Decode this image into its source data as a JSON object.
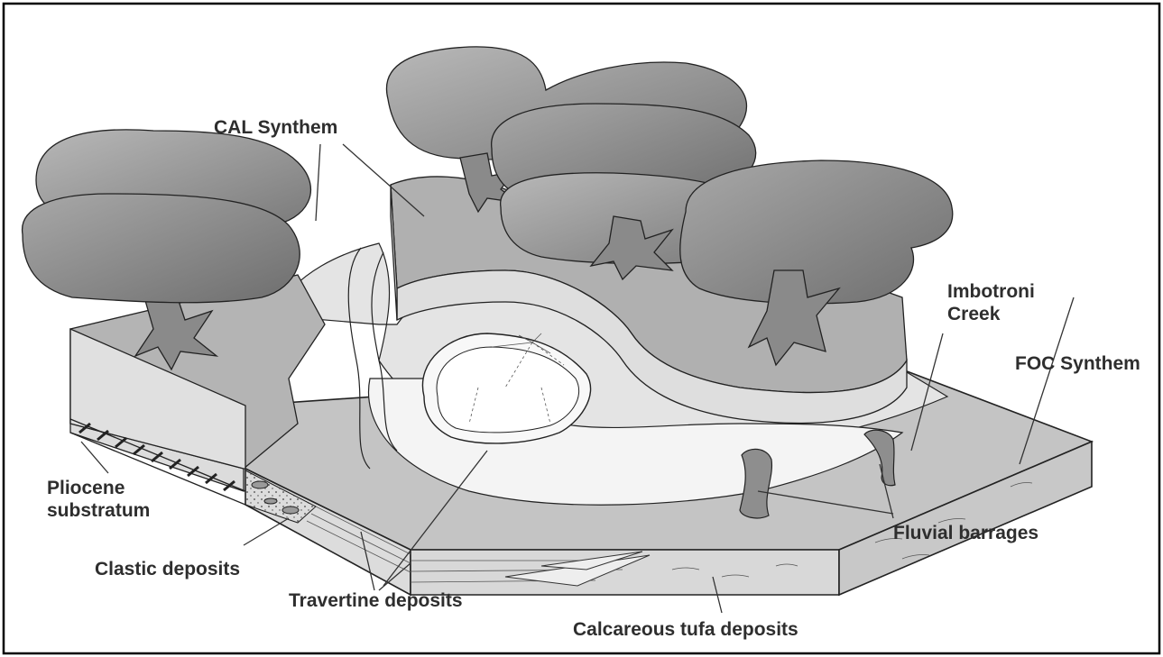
{
  "labels": {
    "cal_synthem": "CAL Synthem",
    "imbotroni_line1": "Imbotroni",
    "imbotroni_line2": "Creek",
    "foc_synthem": "FOC Synthem",
    "pliocene_line1": "Pliocene",
    "pliocene_line2": "substratum",
    "clastic": "Clastic deposits",
    "fluvial": "Fluvial barrages",
    "travertine": "Travertine deposits",
    "tufa": "Calcareous tufa deposits"
  },
  "colors": {
    "block_top": "#c4c4c4",
    "block_side": "#dcdcdc",
    "valley_light": "#ebebeb",
    "valley_lightest": "#f6f6f6",
    "canopy_dark": "#7a7a7a",
    "canopy_light": "#b8b8b8",
    "barrage": "#8e8e8e"
  }
}
